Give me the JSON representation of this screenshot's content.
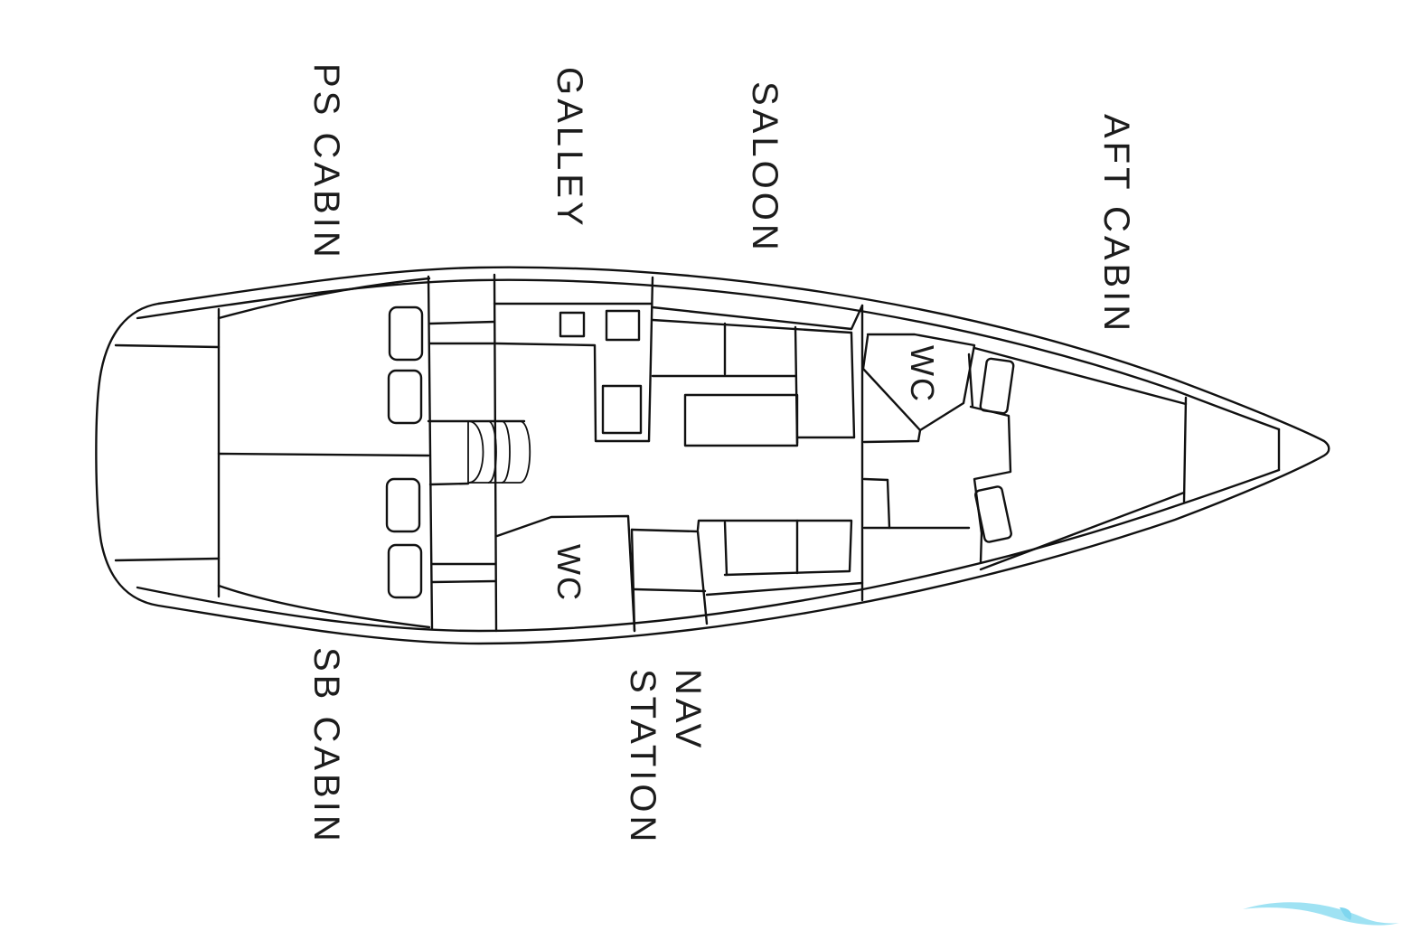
{
  "diagram": {
    "type": "sailboat-interior-layout",
    "orientation": "bow-right",
    "labels": {
      "ps_cabin": "PS CABIN",
      "galley": "GALLEY",
      "saloon": "SALOON",
      "aft_cabin": "AFT CABIN",
      "sb_cabin": "SB CABIN",
      "nav_line1": "NAV",
      "nav_line2": "STATION",
      "wc_forward": "WC",
      "wc_aft": "WC"
    },
    "colors": {
      "line": "#111111",
      "background": "#ffffff",
      "watermark": "#7fd6ef"
    }
  }
}
